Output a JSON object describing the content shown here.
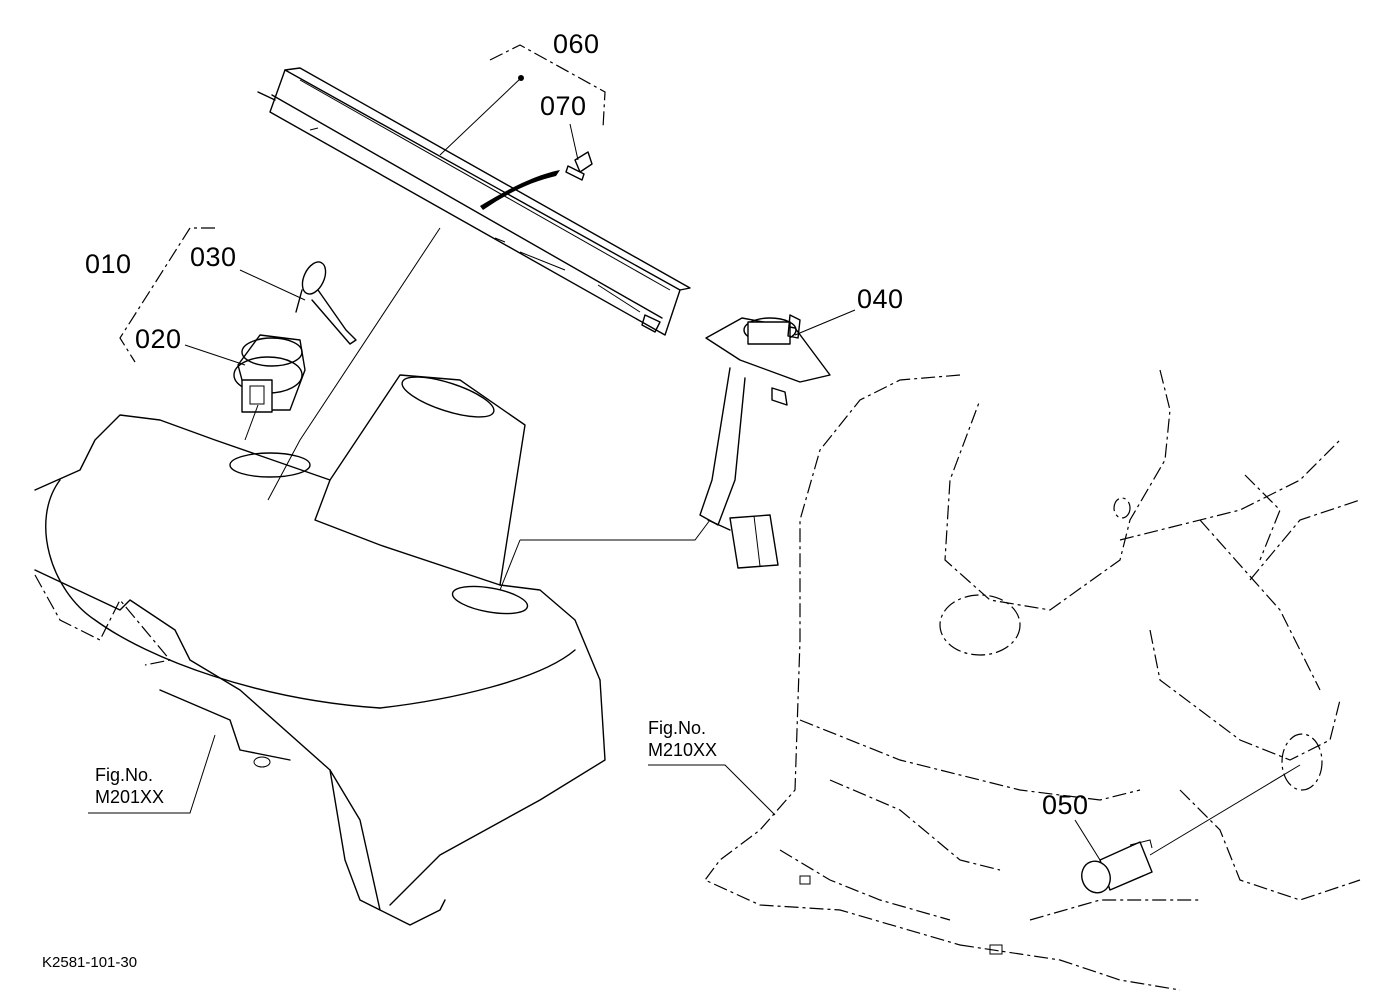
{
  "parts": {
    "p010": "010",
    "p020": "020",
    "p030": "030",
    "p040": "040",
    "p050": "050",
    "p060": "060",
    "p070": "070"
  },
  "figure_refs": {
    "left": {
      "line1": "Fig.No.",
      "line2": "M201XX"
    },
    "right": {
      "line1": "Fig.No.",
      "line2": "M210XX"
    }
  },
  "drawing_code": "K2581-101-30"
}
